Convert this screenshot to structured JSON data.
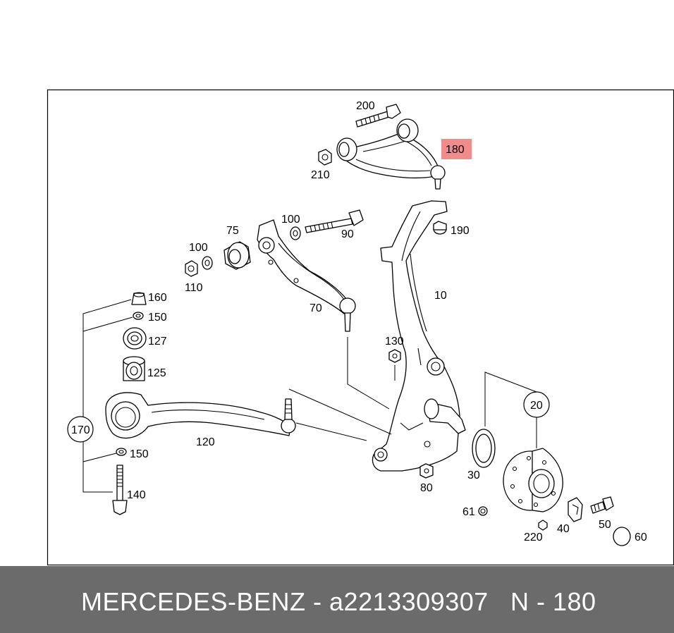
{
  "diagram": {
    "highlight_color": "#f28b8b",
    "highlighted_part": "180",
    "labels": {
      "p200": "200",
      "p180": "180",
      "p210": "210",
      "p100a": "100",
      "p90": "90",
      "p75": "75",
      "p190": "190",
      "p100b": "100",
      "p110": "110",
      "p70": "70",
      "p10": "10",
      "p160": "160",
      "p150a": "150",
      "p127": "127",
      "p125": "125",
      "p130": "130",
      "p20": "20",
      "p170": "170",
      "p120": "120",
      "p150b": "150",
      "p30": "30",
      "p80": "80",
      "p140": "140",
      "p61": "61",
      "p40": "40",
      "p50": "50",
      "p220": "220",
      "p60": "60"
    }
  },
  "footer": {
    "brand_part": "MERCEDES-BENZ - a2213309307",
    "ref": "N - 180"
  }
}
